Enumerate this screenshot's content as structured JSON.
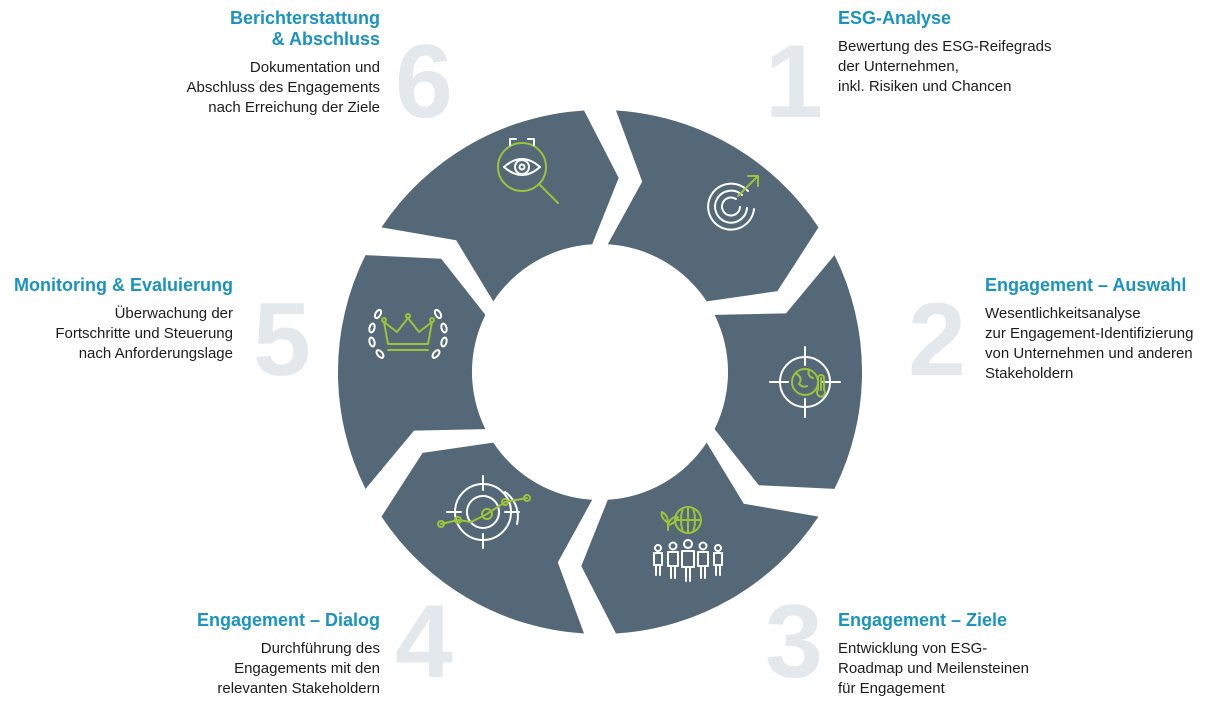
{
  "colors": {
    "segment": "#546877",
    "title": "#1a93c0",
    "number": "#e3e8ec",
    "accent": "#9cc33b",
    "text": "#1c1c1c"
  },
  "steps": [
    {
      "number": "1",
      "title": "ESG-Analyse",
      "desc": [
        "Bewertung des ESG-Reifegrads",
        "der Unternehmen,",
        "inkl. Risiken und Chancen"
      ],
      "icon": "growth-chart-icon"
    },
    {
      "number": "2",
      "title": "Engagement – Auswahl",
      "desc": [
        "Wesentlichkeitsanalyse",
        "zur Engagement-Identifizierung",
        "von Unternehmen und anderen",
        "Stakeholdern"
      ],
      "icon": "globe-target-icon"
    },
    {
      "number": "3",
      "title": "Engagement – Ziele",
      "desc": [
        "Entwicklung von ESG-",
        "Roadmap und Meilensteinen",
        "für Engagement"
      ],
      "icon": "people-globe-icon"
    },
    {
      "number": "4",
      "title": "Engagement – Dialog",
      "desc": [
        "Durchführung des",
        "Engagements mit den",
        "relevanten Stakeholdern"
      ],
      "icon": "target-network-icon"
    },
    {
      "number": "5",
      "title": "Monitoring & Evaluierung",
      "desc": [
        "Überwachung der",
        "Fortschritte und Steuerung",
        "nach Anforderungslage"
      ],
      "icon": "crown-laurel-icon"
    },
    {
      "number": "6",
      "title": [
        "Berichterstattung",
        "& Abschluss"
      ],
      "desc": [
        "Dokumentation und",
        "Abschluss des Engagements",
        "nach Erreichung der Ziele"
      ],
      "icon": "eye-magnifier-icon"
    }
  ]
}
